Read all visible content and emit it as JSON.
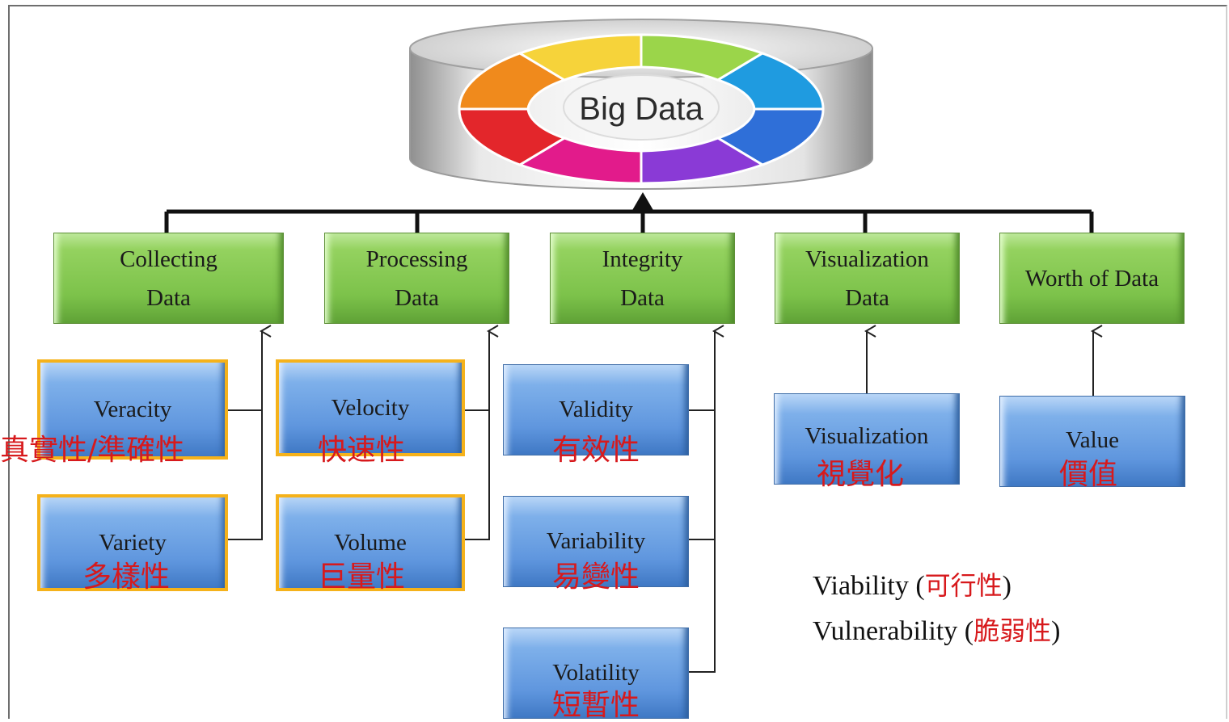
{
  "top": {
    "title": "Big Data"
  },
  "categories": [
    {
      "id": "collecting",
      "line1": "Collecting",
      "line2": "Data"
    },
    {
      "id": "processing",
      "line1": "Processing",
      "line2": "Data"
    },
    {
      "id": "integrity",
      "line1": "Integrity",
      "line2": "Data"
    },
    {
      "id": "visualization",
      "line1": "Visualization",
      "line2": "Data"
    },
    {
      "id": "worth",
      "line1": "Worth of Data",
      "line2": ""
    }
  ],
  "vs": {
    "veracity": {
      "en": "Veracity",
      "zh": "真實性/準確性"
    },
    "variety": {
      "en": "Variety",
      "zh": "多樣性"
    },
    "velocity": {
      "en": "Velocity",
      "zh": "快速性"
    },
    "volume": {
      "en": "Volume",
      "zh": "巨量性"
    },
    "validity": {
      "en": "Validity",
      "zh": "有效性"
    },
    "variability": {
      "en": "Variability",
      "zh": "易變性"
    },
    "volatility": {
      "en": "Volatility",
      "zh": "短暫性"
    },
    "visualization": {
      "en": "Visualization",
      "zh": "視覺化"
    },
    "value": {
      "en": "Value",
      "zh": "價值"
    }
  },
  "extras": {
    "viability": {
      "en": "Viability (",
      "zh": "可行性",
      "close": ")"
    },
    "vulnerability": {
      "en": "Vulnerability (",
      "zh": "脆弱性",
      "close": ")"
    }
  },
  "colors": {
    "category": "#7cc24a",
    "item": "#5f96de",
    "highlight": "#f5b21b",
    "translation": "#d7191c"
  }
}
